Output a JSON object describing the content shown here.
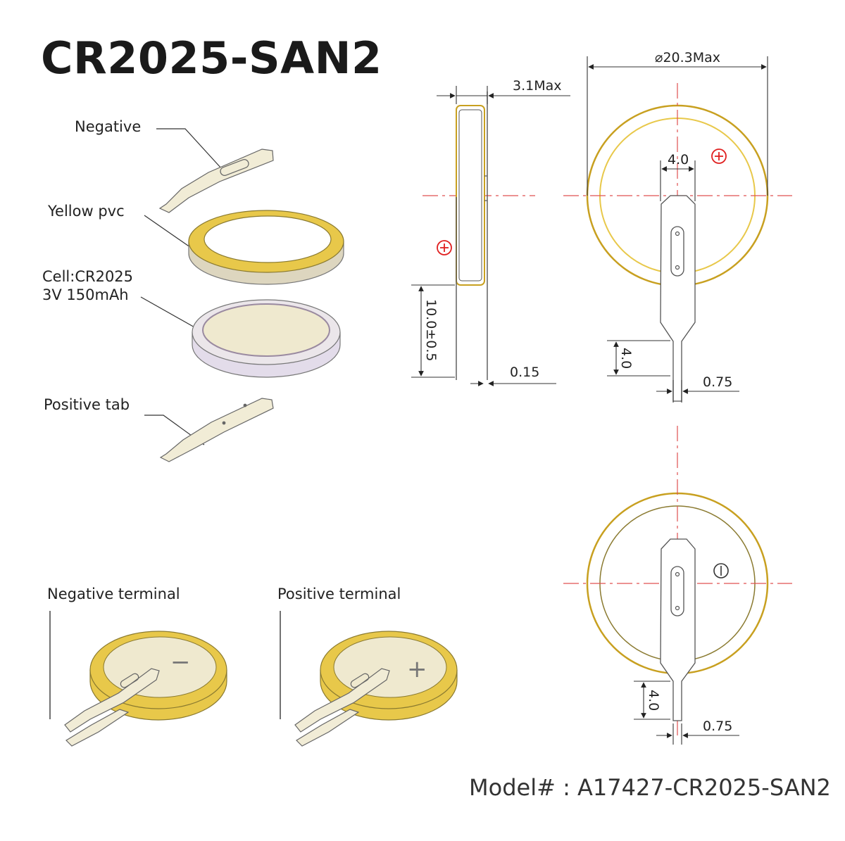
{
  "title": "CR2025-SAN2",
  "labels": {
    "negative": "Negative",
    "yellow_pvc": "Yellow pvc",
    "cell_line1": "Cell:CR2025",
    "cell_line2": "3V 150mAh",
    "positive_tab": "Positive tab",
    "negative_terminal": "Negative terminal",
    "positive_terminal": "Positive terminal"
  },
  "dimensions": {
    "thickness": "3.1Max",
    "diameter": "⌀20.3Max",
    "tab_width": "4.0",
    "pin_height": "10.0±0.5",
    "tab_thickness": "0.15",
    "lead_length_top": "4.0",
    "lead_width_top": "0.75",
    "lead_length_bottom": "4.0",
    "lead_width_bottom": "0.75"
  },
  "symbols": {
    "plus": "+",
    "minus": "−"
  },
  "colors": {
    "pvc_yellow": "#e8c84a",
    "cell_fill": "#efe9cf",
    "centerline_red": "#e05050",
    "polarity_red": "#e02020"
  },
  "model": "Model# : A17427-CR2025-SAN2"
}
